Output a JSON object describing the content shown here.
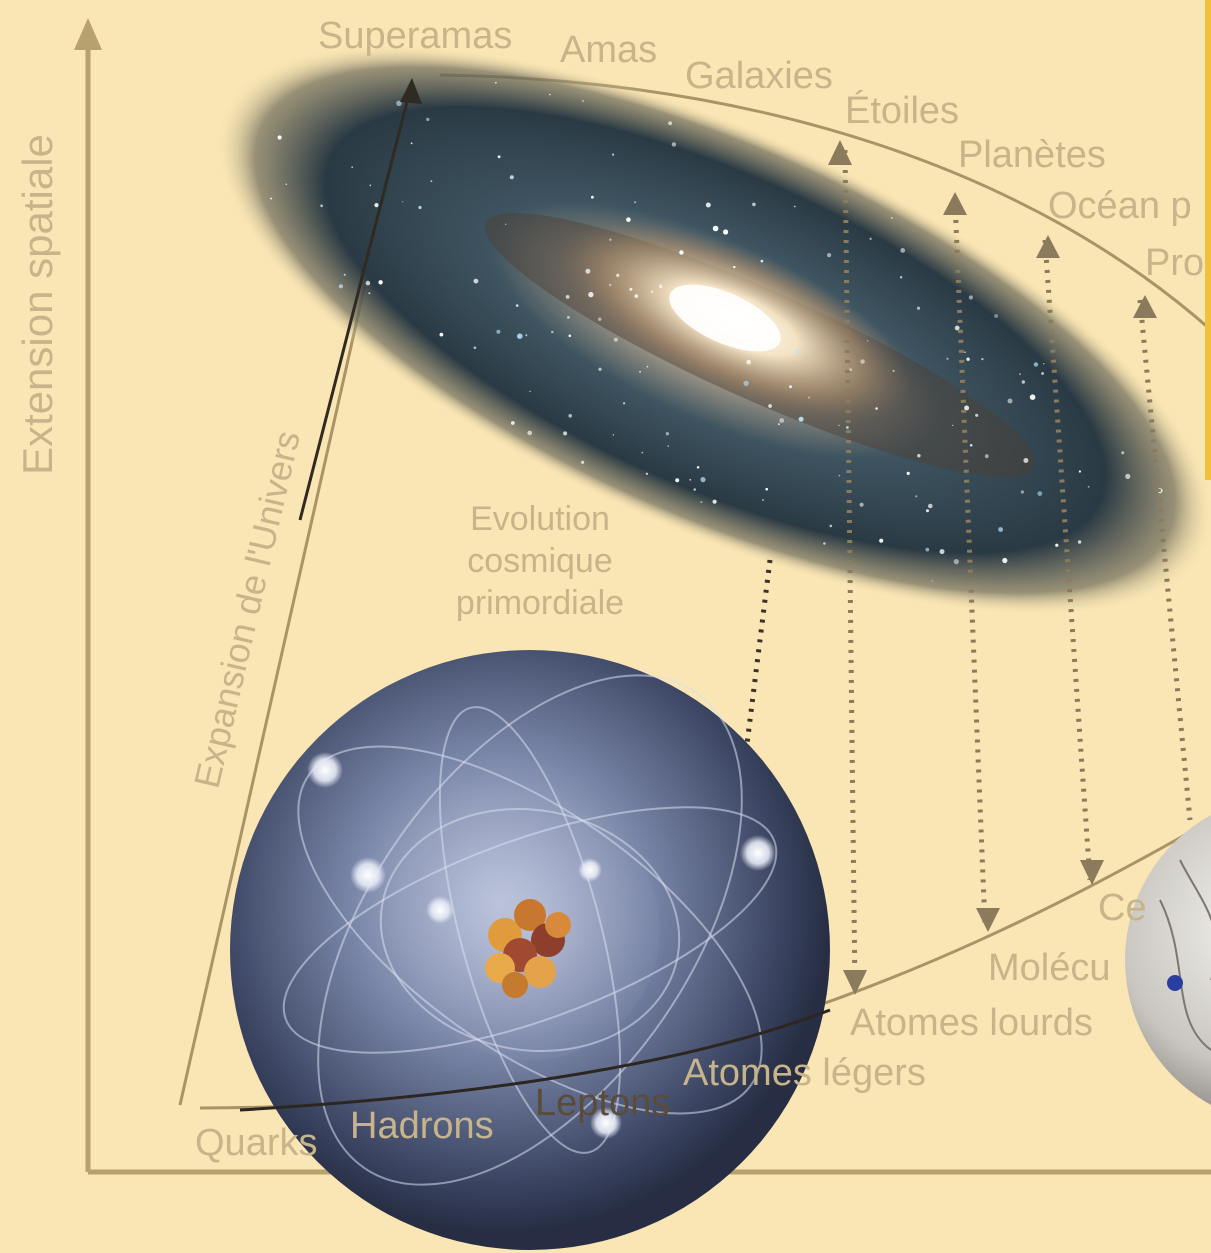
{
  "axes": {
    "y_label": "Extension spatiale"
  },
  "labels": {
    "expansion": "Expansion de l'Univers",
    "evolution": [
      "Evolution",
      "cosmique",
      "primordiale"
    ]
  },
  "scale_top": [
    {
      "id": "superamas",
      "text": "Superamas"
    },
    {
      "id": "amas",
      "text": "Amas"
    },
    {
      "id": "galaxies",
      "text": "Galaxies"
    },
    {
      "id": "etoiles",
      "text": "Étoiles"
    },
    {
      "id": "planetes",
      "text": "Planètes"
    },
    {
      "id": "ocean",
      "text": "Océan p"
    },
    {
      "id": "pro",
      "text": "Pro"
    }
  ],
  "scale_bottom": [
    {
      "id": "quarks",
      "text": "Quarks"
    },
    {
      "id": "hadrons",
      "text": "Hadrons"
    },
    {
      "id": "leptons",
      "text": "Leptons"
    },
    {
      "id": "atomes-legers",
      "text": "Atomes légers"
    },
    {
      "id": "atomes-lourds",
      "text": "Atomes lourds"
    },
    {
      "id": "molecules",
      "text": "Molécu"
    },
    {
      "id": "cellules",
      "text": "Ce"
    }
  ],
  "colors": {
    "background": "#fae6b4",
    "axis": "#b7a16e",
    "label": "#c8b48a",
    "dark_label": "#5a4c38"
  }
}
